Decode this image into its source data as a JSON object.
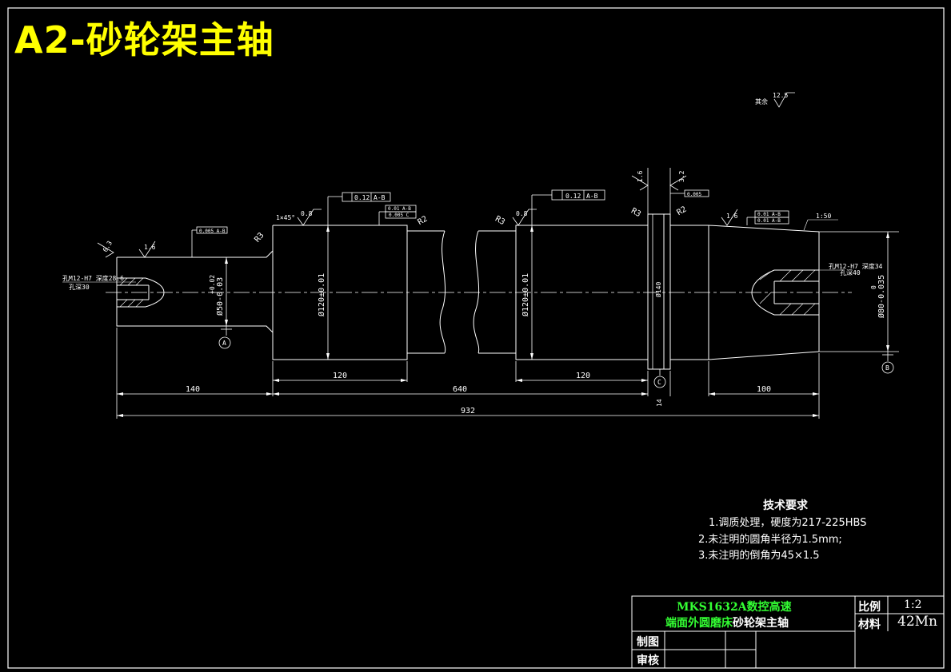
{
  "title": "A2-砂轮架主轴",
  "surface_note": {
    "label": "其余",
    "value": "12.5"
  },
  "dimensions": {
    "d140": "140",
    "d640": "640",
    "d932": "932",
    "d120a": "120",
    "d120b": "120",
    "d100": "100",
    "dia_left": "Ø50-0.03",
    "dia_left_tol": "+0.02",
    "dia_mid1": "Ø120±0.01",
    "dia_mid2": "Ø120±0.01",
    "dia_right": "Ø80-0.035",
    "dia_right_tol": "0",
    "thread_left": "孔M12-H7 深度28.6",
    "thread_left_sub": "孔深30",
    "thread_right": "孔M12-H7 深度34",
    "thread_right_sub": "孔深40",
    "taper": "1:50",
    "shoulder": "Ø140",
    "shoulder_w": "14",
    "chamfer": "1×45°"
  },
  "radii": {
    "r3a": "R3",
    "r2a": "R2",
    "r3b": "R3",
    "r3c": "R3",
    "r2b": "R2"
  },
  "roughness": {
    "ra08a": "0.8",
    "ra08b": "0.8",
    "ra16a": "1.6",
    "ra16b": "1.6",
    "ra16c": "1.6",
    "ra63": "6.3",
    "ra32": "3.2"
  },
  "tolerances": {
    "sym1": "0.12",
    "sym1_ref": "A-B",
    "sym2": "0.12",
    "sym2_ref": "A-B",
    "runout1": "0.005 A-B",
    "runout2": "0.01 A-B",
    "runout3": "0.01 A-B",
    "runout4": "0.01 A-B",
    "perp": "0.005 C",
    "flat": "0.005"
  },
  "datums": {
    "a": "A",
    "b": "B",
    "c": "C"
  },
  "tech_requirements": {
    "heading": "技术要求",
    "items": [
      "1.调质处理，硬度为217-225HBS",
      "2.未注明的圆角半径为1.5mm;",
      "3.未注明的倒角为45×1.5"
    ]
  },
  "title_block": {
    "name_line1": "MKS1632A数控高速",
    "name_line2_green": "端面外圆磨床",
    "name_line2_white": "砂轮架主轴",
    "scale_label": "比例",
    "scale_value": "1:2",
    "material_label": "材料",
    "material_value": "42Mn",
    "drawn_label": "制图",
    "review_label": "审核"
  },
  "colors": {
    "background": "#000000",
    "lines": "#ffffff",
    "title": "#ffff00",
    "title_block_green": "#33ff33"
  }
}
